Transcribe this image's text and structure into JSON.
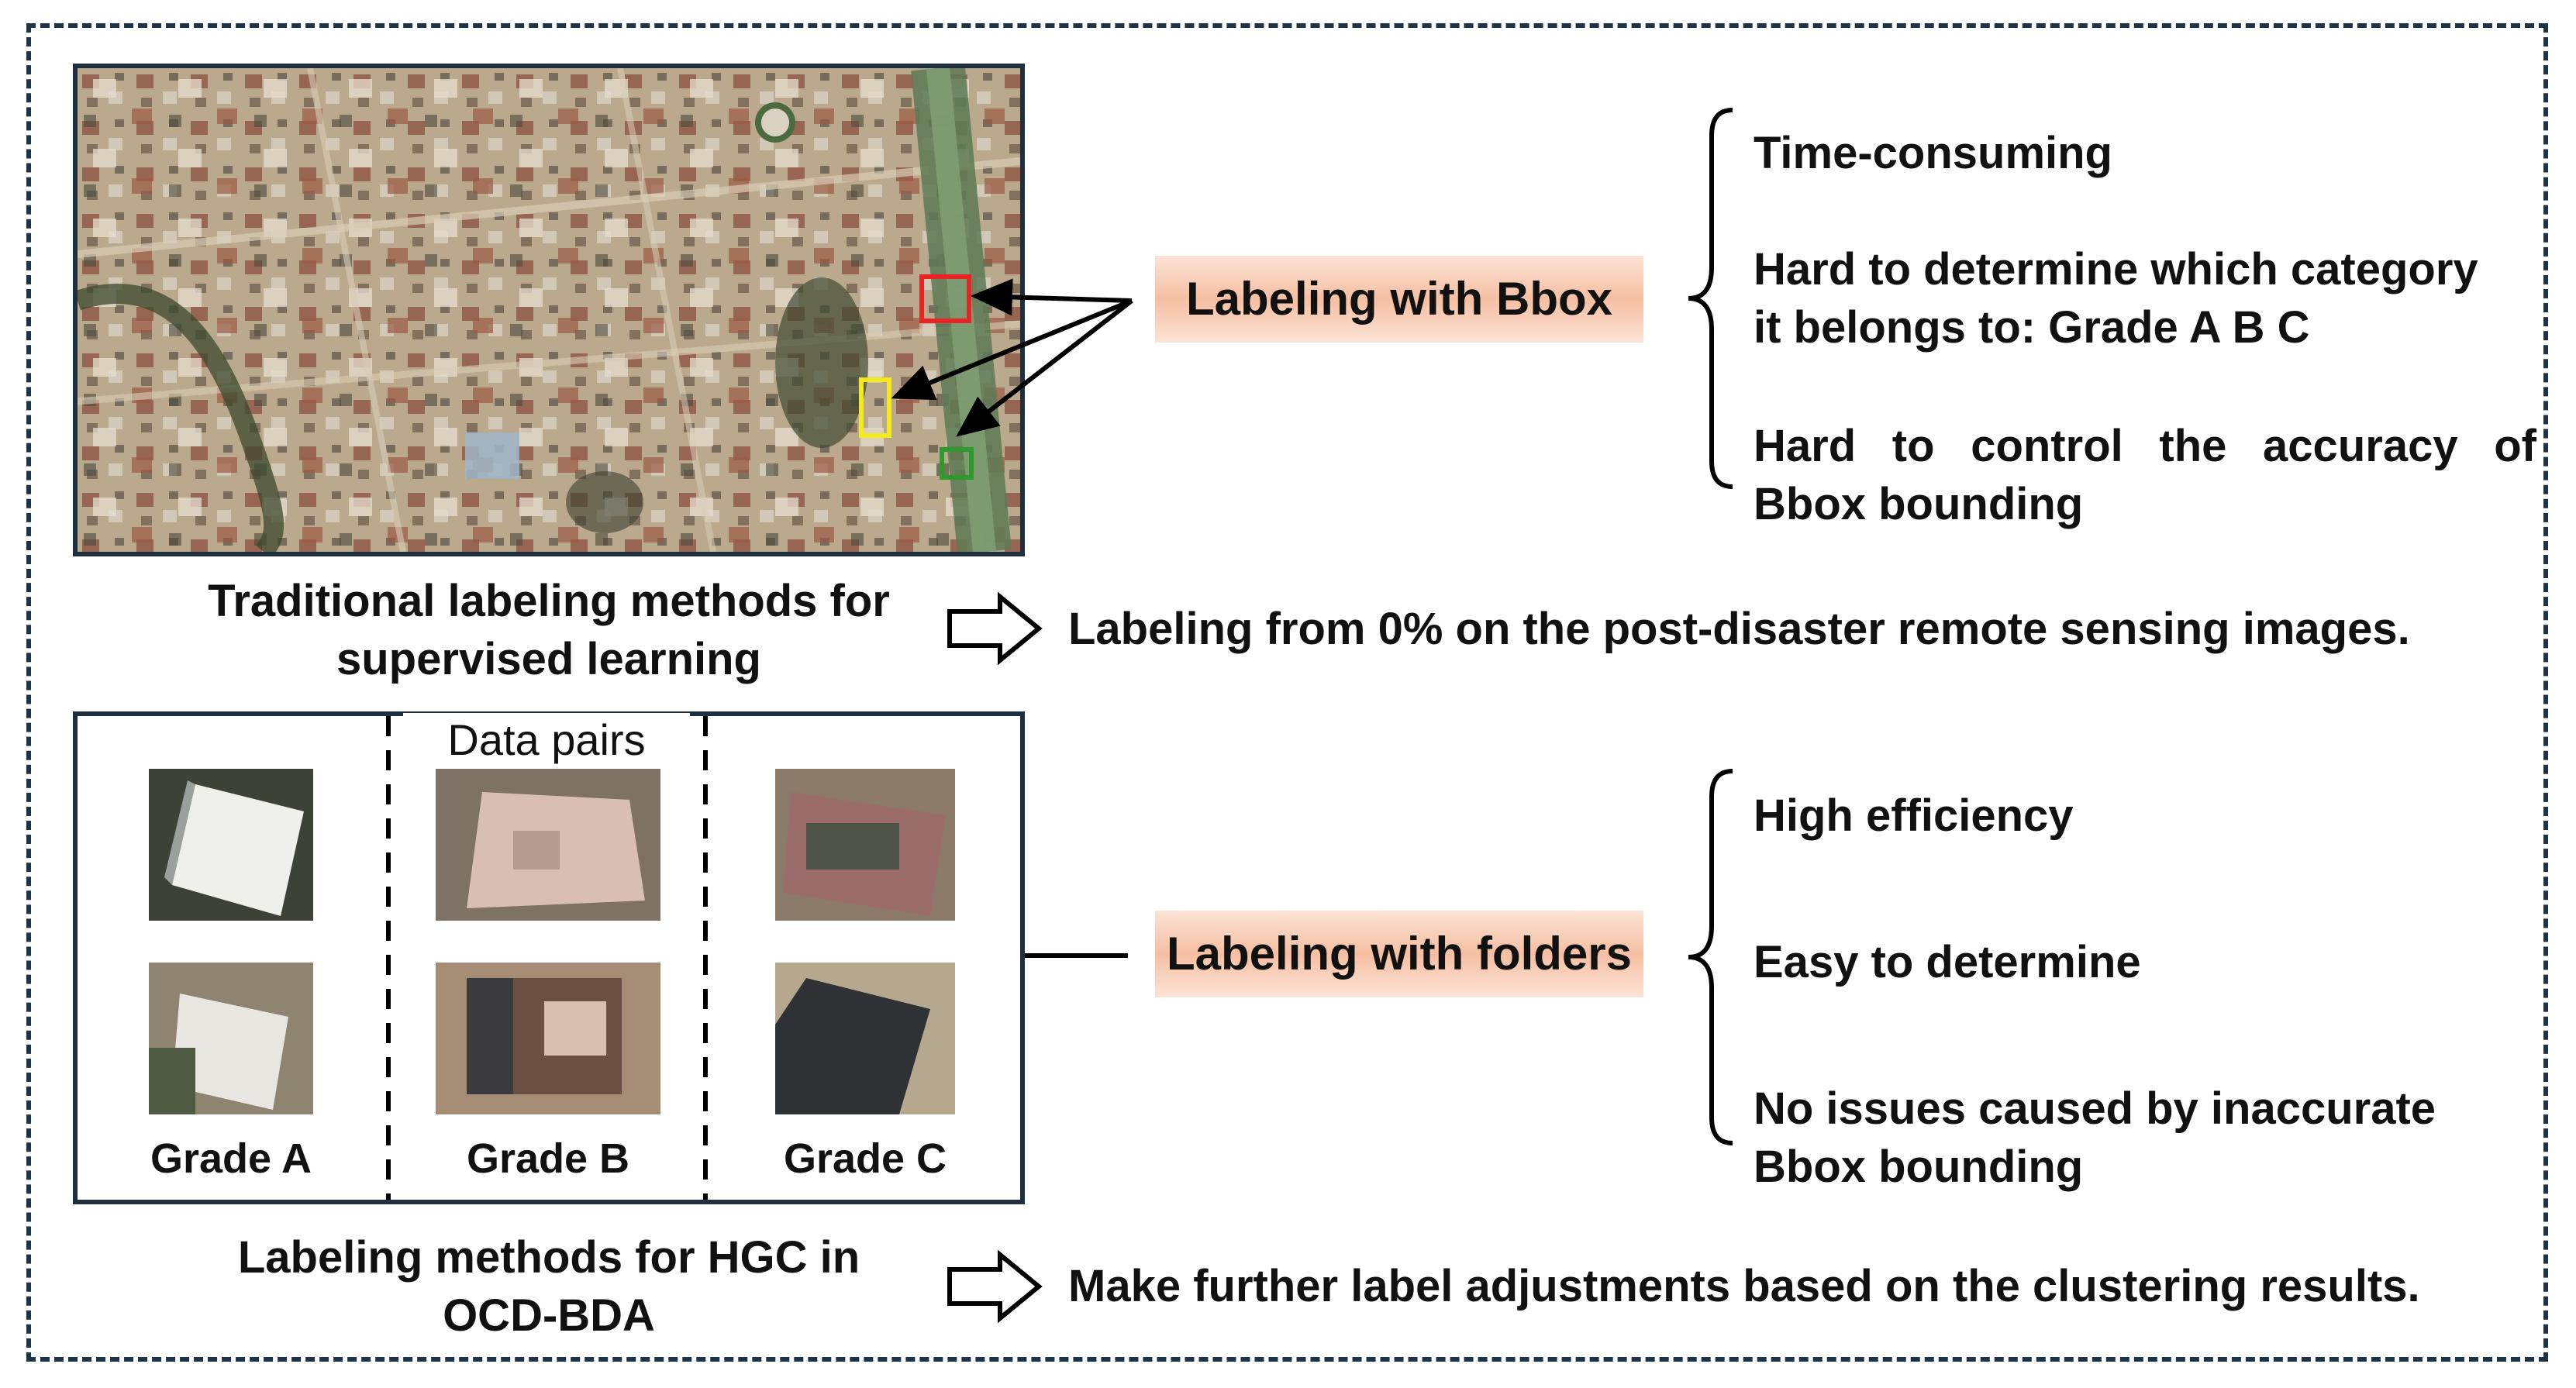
{
  "traditional": {
    "method_caption": [
      "Traditional labeling methods for",
      "supervised learning"
    ],
    "result": "Labeling from 0% on the post-disaster remote sensing images.",
    "tag": "Labeling with Bbox",
    "issues": [
      [
        "Time-consuming"
      ],
      [
        "Hard to determine which category",
        "it belongs to:  Grade A B C"
      ],
      [
        "Hard to control the accuracy of",
        "Bbox bounding"
      ]
    ],
    "box_colors": [
      "#e82323",
      "#f2ea1c",
      "#2e9a2e"
    ]
  },
  "hgc": {
    "panel_title": "Data pairs",
    "grades": [
      "Grade A",
      "Grade B",
      "Grade C"
    ],
    "method_caption": [
      "Labeling methods for HGC in",
      "OCD-BDA"
    ],
    "result": "Make further label adjustments based on the clustering results.",
    "tag": "Labeling with folders",
    "benefits": [
      [
        "High efficiency"
      ],
      [
        "Easy to determine"
      ],
      [
        "No issues caused by inaccurate",
        "Bbox bounding"
      ]
    ]
  },
  "colors": {
    "frame": "#1f3347",
    "tag_fill": "#f6bfa2"
  }
}
